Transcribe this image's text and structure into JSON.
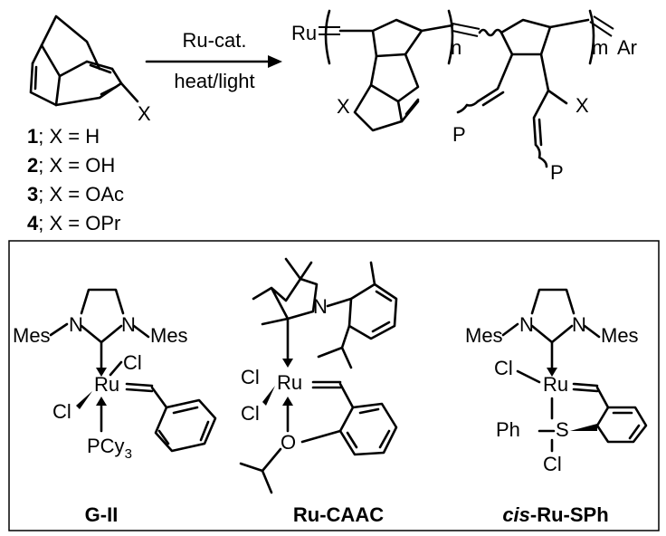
{
  "reaction": {
    "above_arrow": "Ru-cat.",
    "below_arrow": "heat/light",
    "monomer_substituent": "X",
    "polymer": {
      "end_left": "Ru",
      "repeat_n": "n",
      "repeat_m": "m",
      "end_right": "Ar",
      "substituent": "X",
      "pendant": "P"
    }
  },
  "compounds": [
    {
      "num": "1",
      "rest": "; X = H"
    },
    {
      "num": "2",
      "rest": "; X = OH"
    },
    {
      "num": "3",
      "rest": "; X = OAc"
    },
    {
      "num": "4",
      "rest": "; X = OPr"
    }
  ],
  "catalysts": {
    "gii": {
      "name": "G-II",
      "mes_left": "Mes",
      "mes_right": "Mes",
      "n_left": "N",
      "n_right": "N",
      "metal": "Ru",
      "cl_top": "Cl",
      "cl_left": "Cl",
      "phosphine": "PCy",
      "phosphine_sub": "3"
    },
    "caac": {
      "name": "Ru-CAAC",
      "n": "N",
      "metal": "Ru",
      "cl_top": "Cl",
      "cl_bottom": "Cl",
      "o": "O"
    },
    "sph": {
      "name_italic": "cis",
      "name_rest": "-Ru-SPh",
      "mes_left": "Mes",
      "mes_right": "Mes",
      "n_left": "N",
      "n_right": "N",
      "metal": "Ru",
      "cl_top": "Cl",
      "cl_bottom": "Cl",
      "s": "S",
      "ph": "Ph"
    }
  }
}
